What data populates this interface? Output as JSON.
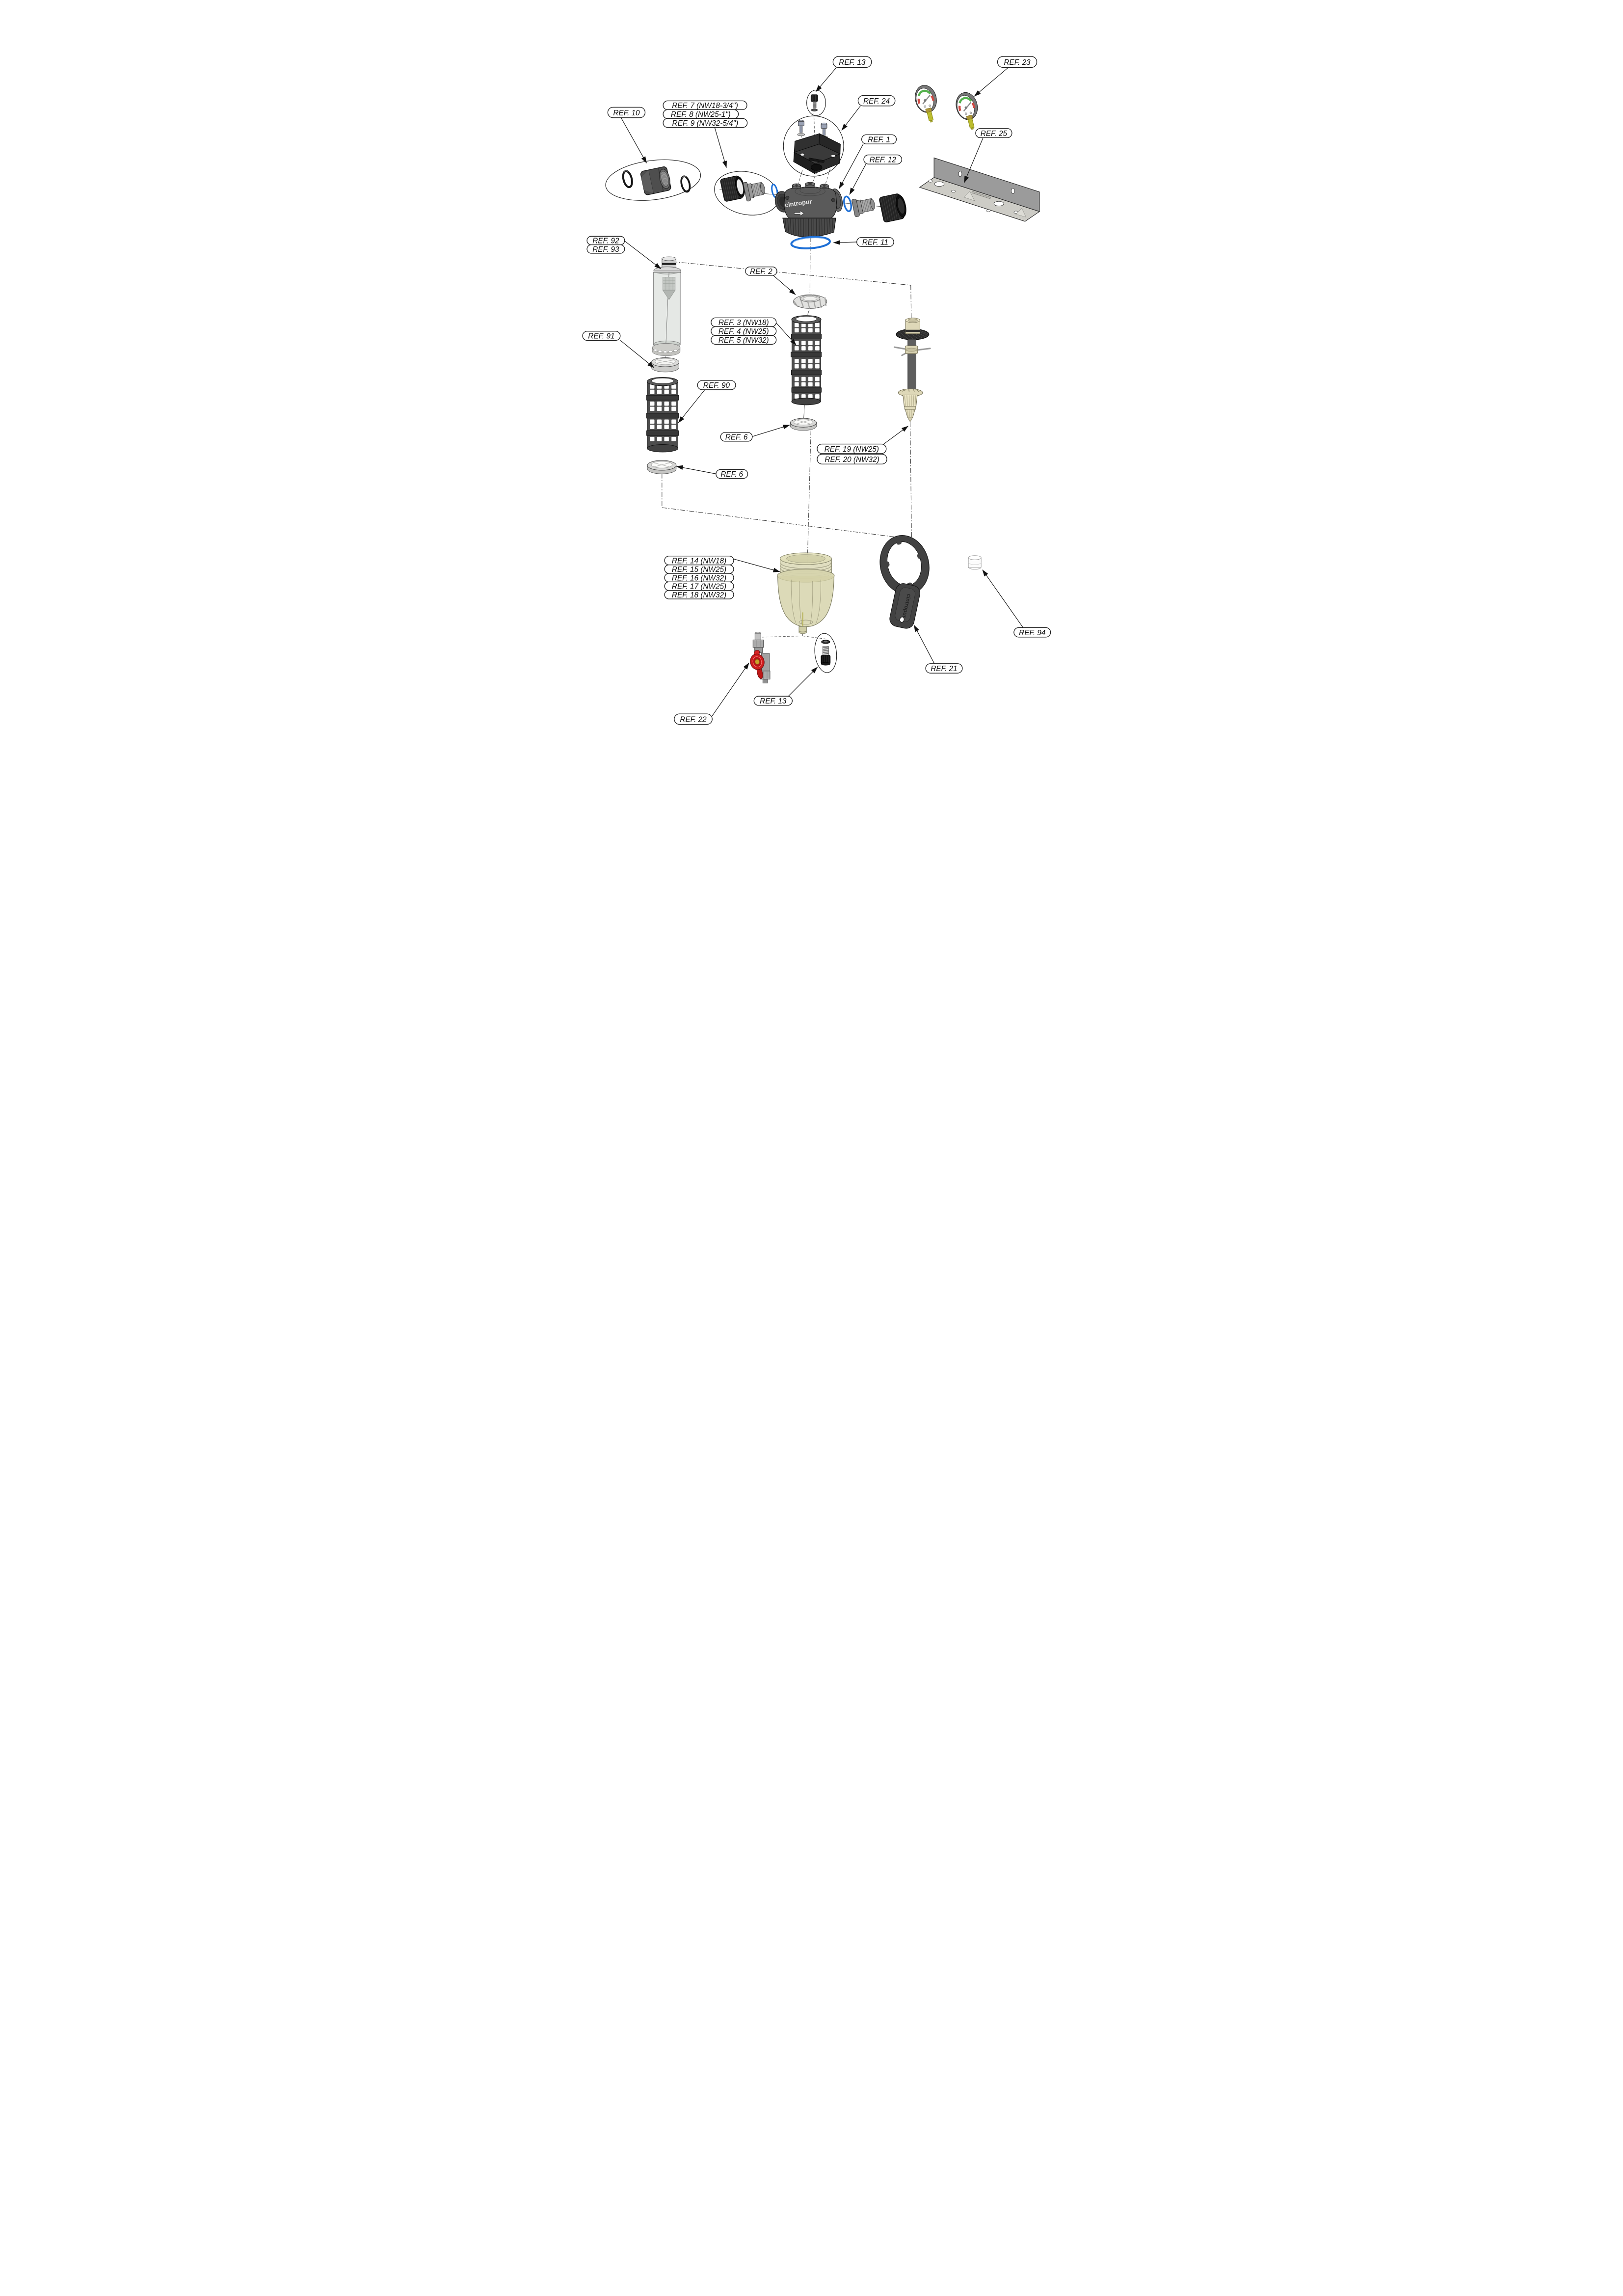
{
  "diagram": {
    "type": "exploded-parts-diagram",
    "product": "water filter assembly",
    "brand": {
      "head": "cintropur",
      "wrench": "cintropur"
    },
    "colors": {
      "oring_blue": "#1d6fd6",
      "valve_red": "#cf1e1e",
      "gauge_green": "#55b24e",
      "gauge_red": "#cf4a43",
      "bowl_tint": "#d5d3a8",
      "cream": "#ded8b8",
      "dark_gray": "#4a4a4a"
    },
    "callouts": {
      "ref13_top": "REF. 13",
      "ref23": "REF. 23",
      "ref10": "REF. 10",
      "ref7": "REF. 7 (NW18-3/4\")",
      "ref8": "REF. 8 (NW25-1\")",
      "ref9": "REF. 9 (NW32-5/4\")",
      "ref24": "REF. 24",
      "ref1": "REF. 1",
      "ref12": "REF. 12",
      "ref25": "REF. 25",
      "ref11": "REF. 11",
      "ref92": "REF. 92",
      "ref93": "REF. 93",
      "ref2": "REF. 2",
      "ref3": "REF. 3 (NW18)",
      "ref4": "REF. 4 (NW25)",
      "ref5": "REF. 5 (NW32)",
      "ref91": "REF. 91",
      "ref90": "REF. 90",
      "ref6_upper": "REF. 6",
      "ref6_lower": "REF. 6",
      "ref19": "REF. 19 (NW25)",
      "ref20": "REF. 20 (NW32)",
      "ref14": "REF. 14 (NW18)",
      "ref15": "REF. 15 (NW25)",
      "ref16": "REF. 16 (NW32)",
      "ref17": "REF. 17 (NW25)",
      "ref18": "REF. 18 (NW32)",
      "ref21": "REF. 21",
      "ref94": "REF. 94",
      "ref22": "REF. 22",
      "ref13_bottom": "REF. 13"
    }
  }
}
